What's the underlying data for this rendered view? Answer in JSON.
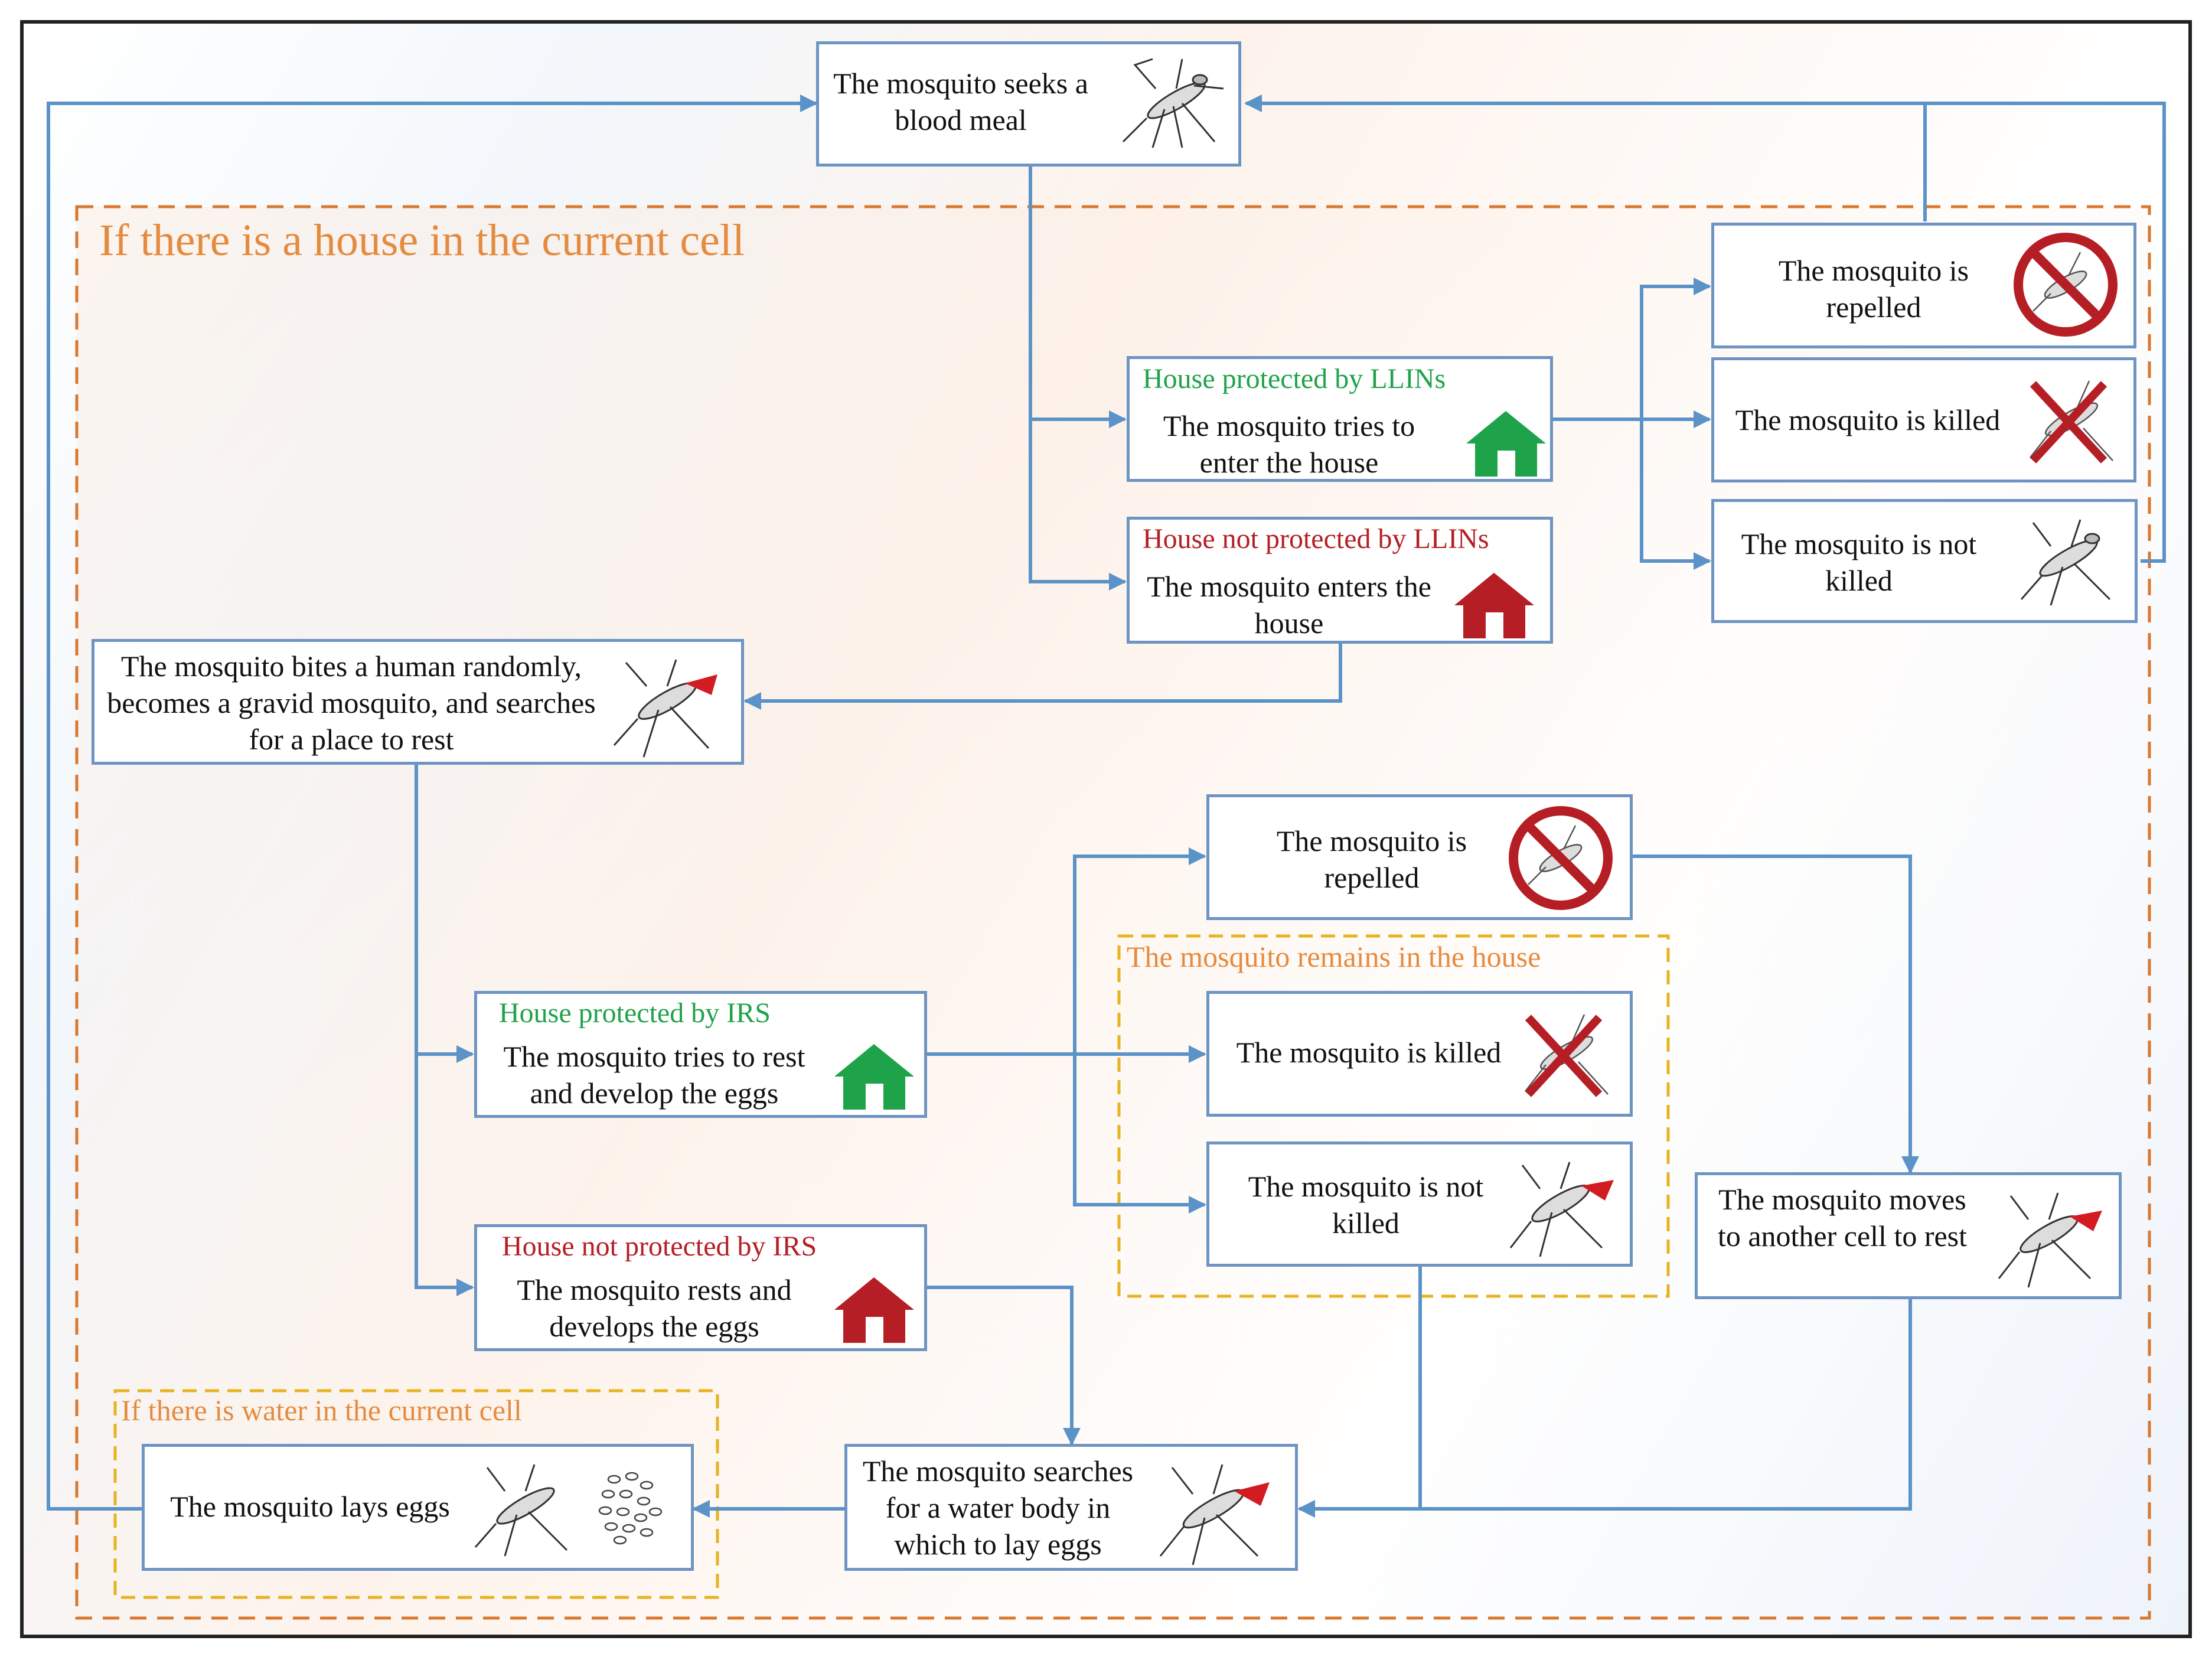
{
  "regions": {
    "house": "If there is a house in the current cell",
    "remains": "The mosquito remains in the house",
    "water": "If there is water in the current cell"
  },
  "boxes": {
    "seeks": "The mosquito seeks a blood meal",
    "llins_prot_header": "House protected by LLINs",
    "llins_prot_text": "The mosquito tries to enter the house",
    "llins_notprot_header": "House not protected by LLINs",
    "llins_notprot_text": "The mosquito enters the house",
    "top_repelled": "The mosquito is repelled",
    "top_killed": "The mosquito is killed",
    "top_not_killed": "The mosquito is not killed",
    "bites": "The mosquito bites a human randomly, becomes a gravid mosquito, and searches for a place to rest",
    "irs_prot_header": "House protected by IRS",
    "irs_prot_text": "The mosquito tries to rest and develop the eggs",
    "irs_notprot_header": "House not protected by IRS",
    "irs_notprot_text": "The mosquito rests and develops the eggs",
    "mid_repelled": "The mosquito is repelled",
    "mid_killed": "The mosquito is killed",
    "mid_not_killed": "The mosquito is not killed",
    "moves": "The mosquito moves to another cell to rest",
    "searches_water": "The mosquito searches for a water body in which to lay eggs",
    "lays_eggs": "The mosquito lays eggs"
  },
  "colors": {
    "arrow": "#5b93c9",
    "box_border": "#6d94c3",
    "house_region": "#d9782f",
    "remains_region": "#e7b321",
    "protected": "#1fa34a",
    "not_protected": "#b51e24"
  },
  "icons": [
    "mosquito-icon",
    "repelled-icon",
    "killed-icon",
    "protected-house-icon",
    "unprotected-house-icon",
    "eggs-icon"
  ]
}
